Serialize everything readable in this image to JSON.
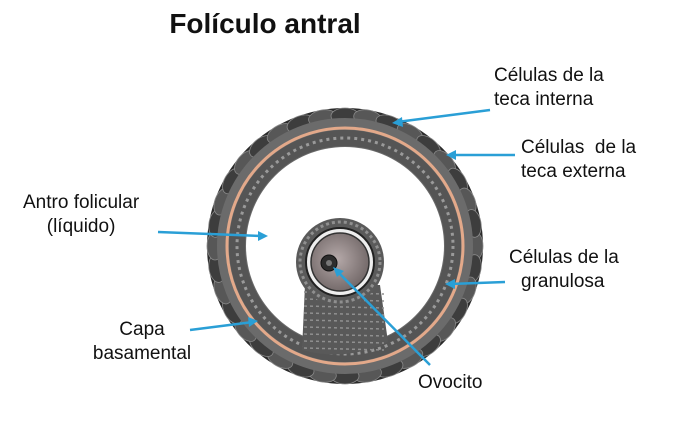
{
  "title": "Folículo antral",
  "labels": {
    "teca_interna": [
      "Células de la",
      "teca interna"
    ],
    "teca_externa": [
      "Células  de la",
      "teca externa"
    ],
    "antro": [
      "Antro folicular",
      "(líquido)"
    ],
    "granulosa": [
      "Células de la",
      "granulosa"
    ],
    "capa": [
      "Capa",
      "basamental"
    ],
    "ovocito": [
      "Ovocito"
    ]
  },
  "colors": {
    "arrow": "#2a9fd6",
    "basement_membrane": "#e3a98a",
    "theca": "#4a4a4a",
    "granulosa": "#5c5c5c",
    "oocyte": "#8a8a8a"
  }
}
